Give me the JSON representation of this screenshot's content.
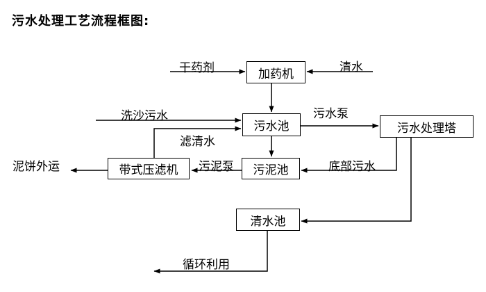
{
  "title": "污水处理工艺流程框图:",
  "colors": {
    "background": "#ffffff",
    "line": "#000000",
    "box_border": "#000000",
    "text": "#000000"
  },
  "diagram": {
    "nodes": {
      "dosing_machine": "加药机",
      "sewage_tank": "污水池",
      "treatment_tower": "污水处理塔",
      "sludge_tank": "污泥池",
      "belt_filter_press": "带式压滤机",
      "clean_water_tank": "清水池"
    },
    "edge_labels": {
      "dry_chemical": "干药剂",
      "clean_water": "清水",
      "sand_washing_sewage": "洗沙污水",
      "filtered_water": "滤清水",
      "sewage_pump": "污水泵",
      "bottom_sewage": "底部污水",
      "sludge_pump": "污泥泵",
      "mud_cake_out": "泥饼外运",
      "recycle": "循环利用"
    }
  }
}
